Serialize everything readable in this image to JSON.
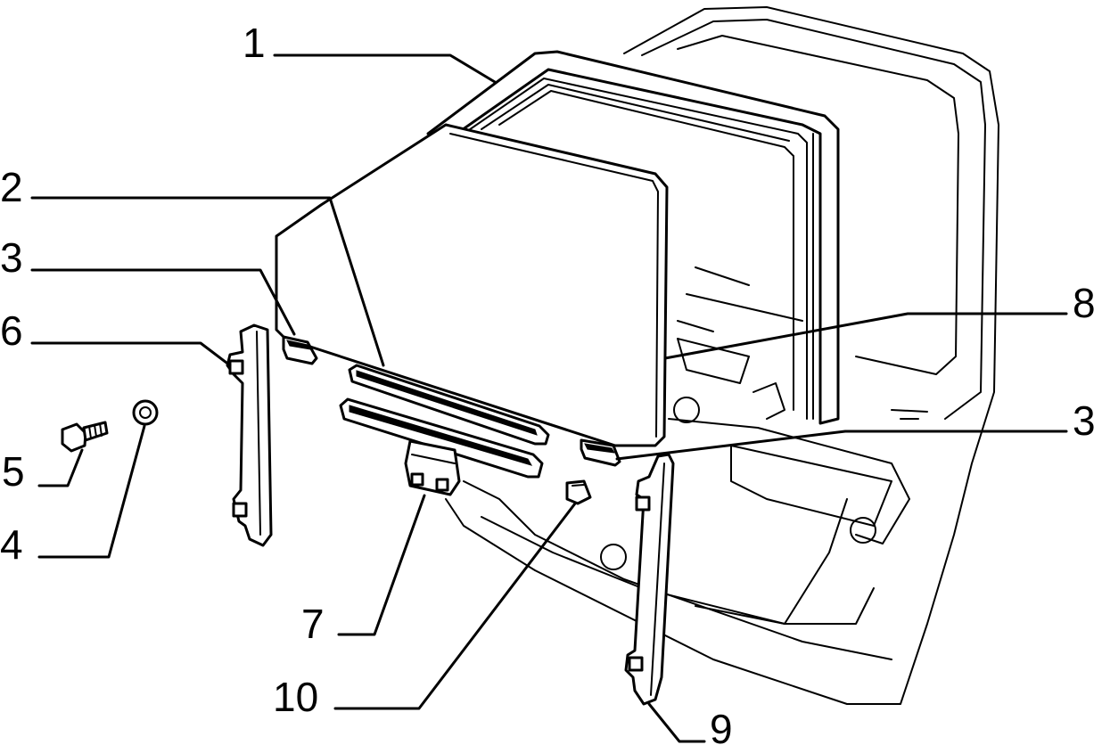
{
  "callouts": [
    {
      "id": "1",
      "label": "1"
    },
    {
      "id": "2",
      "label": "2"
    },
    {
      "id": "3a",
      "label": "3"
    },
    {
      "id": "6",
      "label": "6"
    },
    {
      "id": "5",
      "label": "5"
    },
    {
      "id": "4",
      "label": "4"
    },
    {
      "id": "8",
      "label": "8"
    },
    {
      "id": "3b",
      "label": "3"
    },
    {
      "id": "7",
      "label": "7"
    },
    {
      "id": "10",
      "label": "10"
    },
    {
      "id": "9",
      "label": "9"
    }
  ]
}
